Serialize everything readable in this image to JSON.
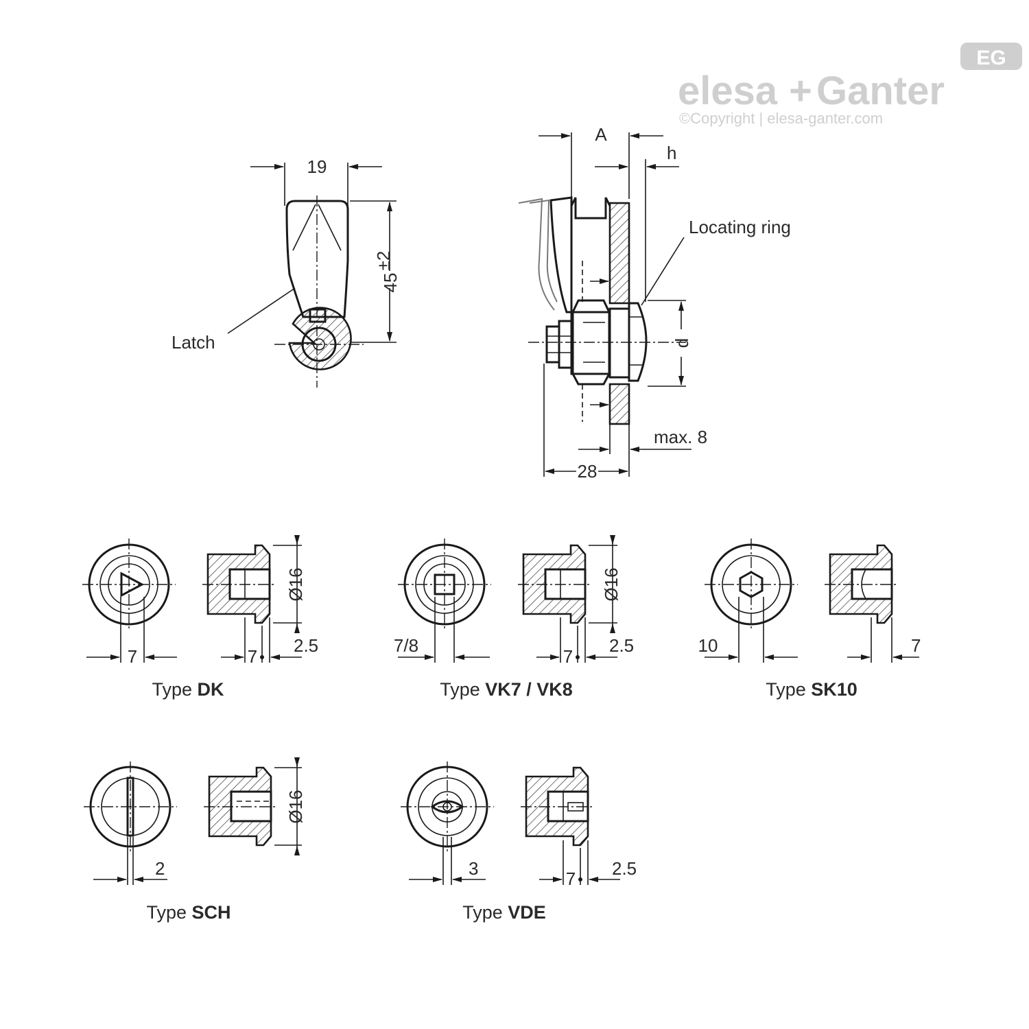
{
  "brand": {
    "name_part1": "elesa",
    "name_plus": "+",
    "name_part2": "Ganter",
    "copyright": "©Copyright | elesa-ganter.com",
    "mark": "EG"
  },
  "top_views": {
    "front": {
      "width_dim": "19",
      "height_dim": "45",
      "height_tol": "±2",
      "latch_label": "Latch"
    },
    "side": {
      "dim_A": "A",
      "dim_h": "h",
      "dim_d": "d",
      "locating_ring_label": "Locating ring",
      "max_label": "max. 8",
      "depth_dim": "28"
    }
  },
  "inserts": [
    {
      "id": "dk",
      "type_prefix": "Type ",
      "type_name": "DK",
      "drive_dim": "7",
      "len_dim": "7",
      "step_dim": "2.5",
      "dia": "Ø16"
    },
    {
      "id": "vk",
      "type_prefix": "Type ",
      "type_name": "VK7 / VK8",
      "drive_dim": "7/8",
      "len_dim": "7",
      "step_dim": "2.5",
      "dia": "Ø16"
    },
    {
      "id": "sk",
      "type_prefix": "Type ",
      "type_name": "SK10",
      "drive_dim": "10",
      "len_dim": "7"
    },
    {
      "id": "sch",
      "type_prefix": "Type ",
      "type_name": "SCH",
      "drive_dim": "2",
      "dia": "Ø16"
    },
    {
      "id": "vde",
      "type_prefix": "Type ",
      "type_name": "VDE",
      "drive_dim": "3",
      "len_dim": "7",
      "step_dim": "2.5"
    }
  ]
}
